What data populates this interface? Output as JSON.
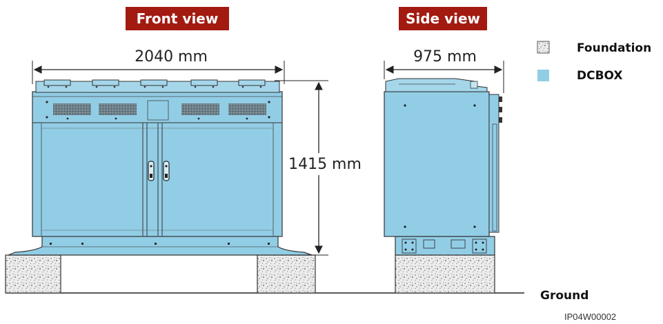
{
  "front_view": {
    "title": "Front view",
    "width_label": "2040 mm",
    "height_label": "1415 mm"
  },
  "side_view": {
    "title": "Side view",
    "depth_label": "975 mm"
  },
  "legend": {
    "foundation_label": "Foundation",
    "dcbox_label": "DCBOX"
  },
  "ground_label": "Ground",
  "figure_code": "IP04W00002",
  "colors": {
    "dcbox": "#92cde6",
    "title_badge": "#a21a10",
    "outline": "#222222",
    "foundation": "#e6e6e6"
  }
}
